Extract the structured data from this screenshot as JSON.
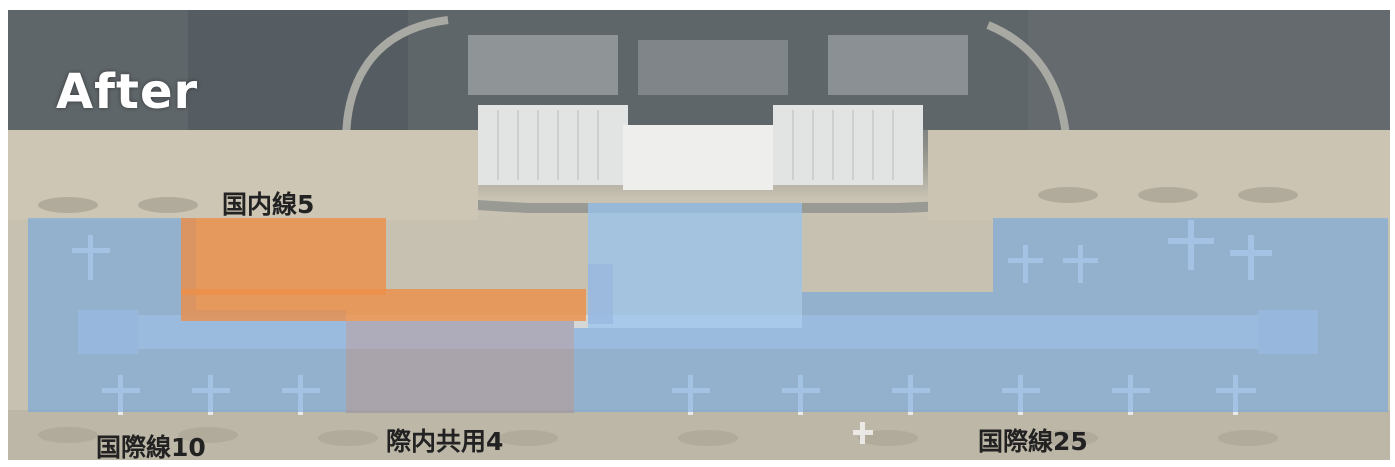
{
  "view_label": "After",
  "zones": [
    {
      "id": "domestic",
      "label": "国内線5",
      "color": "#EC8E48"
    },
    {
      "id": "shared",
      "label": "際内共用4",
      "color": "#968FAA"
    },
    {
      "id": "international-west",
      "label": "国際線10",
      "color": "#6EA5E1"
    },
    {
      "id": "international-east",
      "label": "国際線25",
      "color": "#6EA5E1"
    }
  ]
}
